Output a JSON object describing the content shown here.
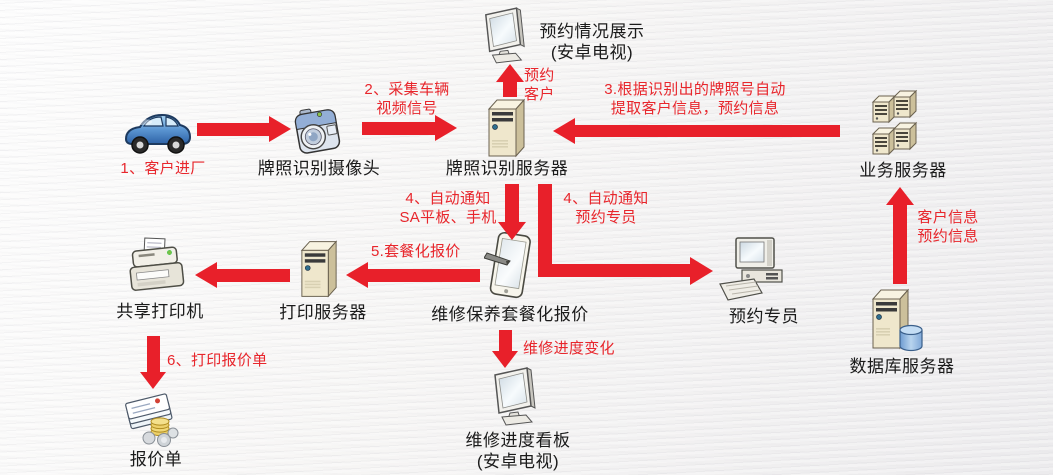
{
  "colors": {
    "arrow_red": "#e8202a",
    "text_red": "#e8262c",
    "text_black": "#1b1b1b",
    "background": "#f5f4f3"
  },
  "nodes": {
    "reservation_display": {
      "icon": "tv-monitor-icon",
      "line1": "预约情况展示",
      "line2": "(安卓电视)"
    },
    "car": {
      "icon": "car-icon",
      "label": "1、客户进厂"
    },
    "camera": {
      "icon": "camera-icon",
      "label": "牌照识别摄像头"
    },
    "plate_server": {
      "icon": "server-tower-icon",
      "label": "牌照识别服务器"
    },
    "business_server": {
      "icon": "server-cluster-icon",
      "label": "业务服务器"
    },
    "tablet": {
      "icon": "tablet-icon",
      "label": "维修保养套餐化报价"
    },
    "print_server": {
      "icon": "server-tower-icon",
      "label": "打印服务器"
    },
    "printer": {
      "icon": "printer-icon",
      "label": "共享打印机"
    },
    "quotation": {
      "icon": "quotation-papers-coins-icon",
      "label": "报价单"
    },
    "progress_board": {
      "icon": "tv-monitor-icon",
      "line1": "维修进度看板",
      "line2": "(安卓电视)"
    },
    "agent": {
      "icon": "desktop-computer-icon",
      "label": "预约专员"
    },
    "db_server": {
      "icon": "database-server-icon",
      "label": "数据库服务器"
    }
  },
  "edges": {
    "car_to_camera": {
      "label": ""
    },
    "collect_video": {
      "line1": "2、采集车辆",
      "line2": "视频信号"
    },
    "reserve_customer": {
      "line1": "预约",
      "line2": "客户"
    },
    "extract_info": {
      "line1": "3.根据识别出的牌照号自动",
      "line2": "提取客户信息，预约信息"
    },
    "notify_sa": {
      "line1": "4、自动通知",
      "line2": "SA平板、手机"
    },
    "notify_agent": {
      "line1": "4、自动通知",
      "line2": "预约专员"
    },
    "package_quote": {
      "label": "5.套餐化报价"
    },
    "print_quote": {
      "label": "6、打印报价单"
    },
    "progress_change": {
      "label": "维修进度变化"
    },
    "customer_info": {
      "line1": "客户信息",
      "line2": "预约信息"
    }
  }
}
